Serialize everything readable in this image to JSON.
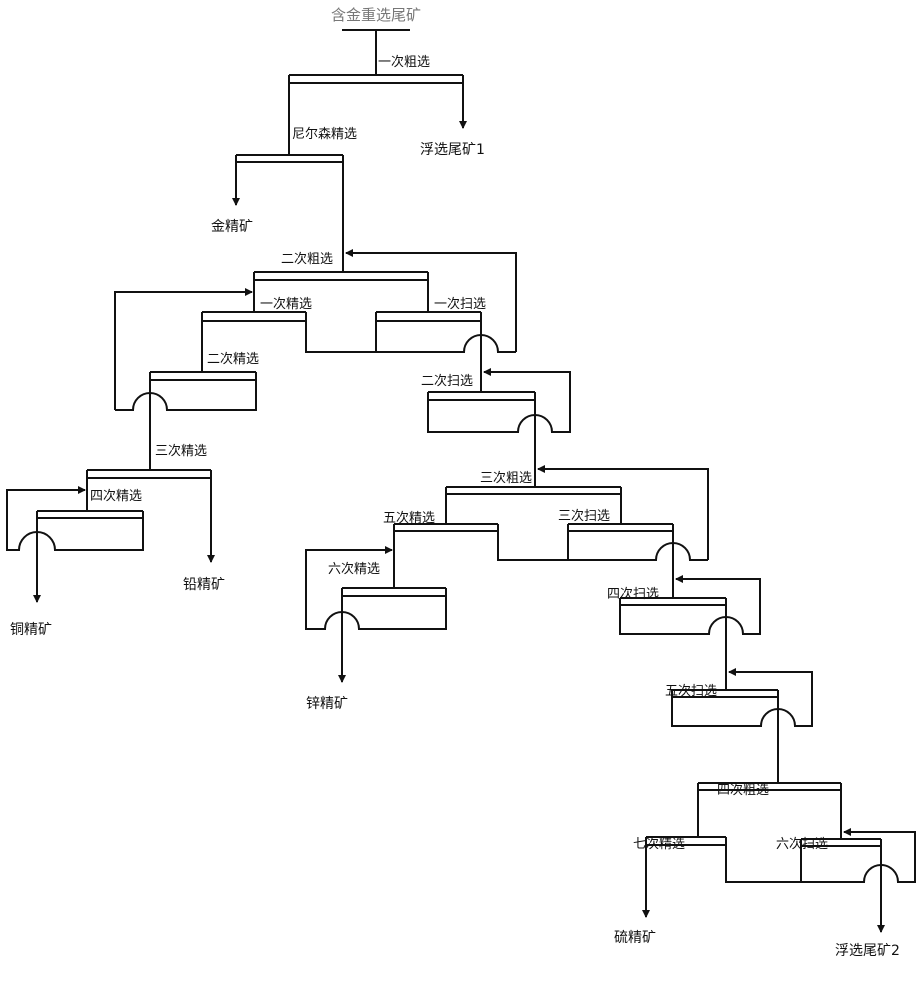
{
  "title": "含金重选尾矿",
  "stages": {
    "rougher1": "一次粗选",
    "nelson": "尼尔森精选",
    "rougher2": "二次粗选",
    "cleaner1": "一次精选",
    "scavenger1": "一次扫选",
    "cleaner2": "二次精选",
    "scavenger2": "二次扫选",
    "cleaner3": "三次精选",
    "cleaner4": "四次精选",
    "rougher3": "三次粗选",
    "cleaner5": "五次精选",
    "scavenger3": "三次扫选",
    "cleaner6": "六次精选",
    "scavenger4": "四次扫选",
    "scavenger5": "五次扫选",
    "rougher4": "四次粗选",
    "cleaner7": "七次精选",
    "scavenger6": "六次扫选"
  },
  "products": {
    "tailings1": "浮选尾矿1",
    "gold": "金精矿",
    "lead": "铅精矿",
    "copper": "铜精矿",
    "zinc": "锌精矿",
    "sulfur": "硫精矿",
    "tailings2": "浮选尾矿2"
  }
}
